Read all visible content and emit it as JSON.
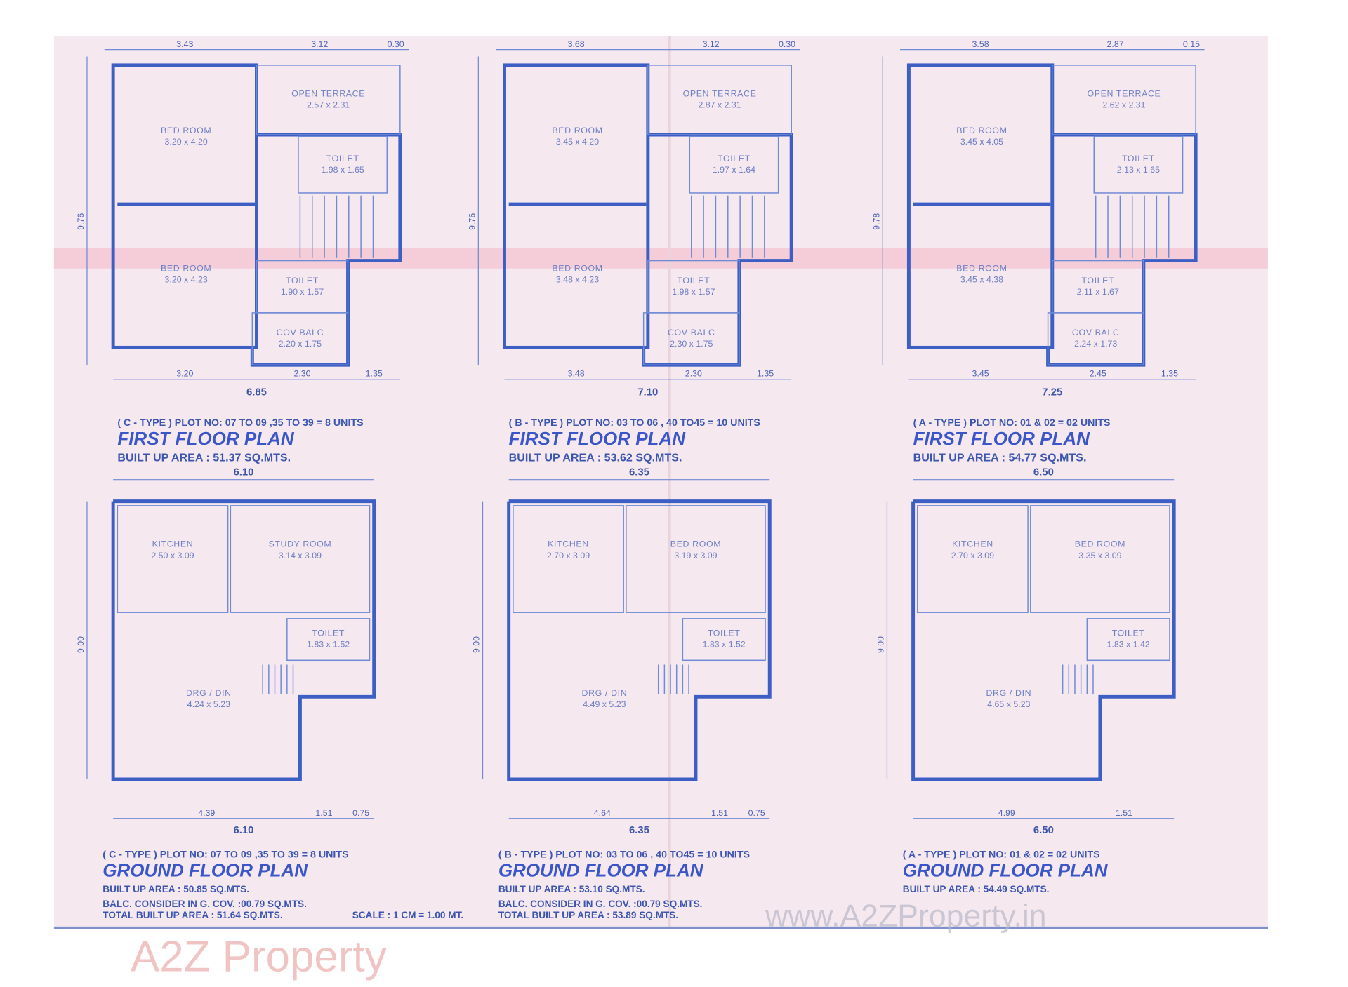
{
  "colors": {
    "paper": "#f6e8ef",
    "ink": "#3d5fc4",
    "band": "#f3b6c4"
  },
  "watermark": {
    "logo": "A2Z Property",
    "url": "www.A2ZProperty.in"
  },
  "scale_note": "SCALE : 1 CM = 1.00 MT.",
  "first_floor": [
    {
      "caption": "( C - TYPE ) PLOT NO: 07 TO 09 ,35 TO 39 = 8 UNITS",
      "title": "FIRST FLOOR PLAN",
      "area": "BUILT UP AREA  :  51.37 SQ.MTS.",
      "rooms": [
        {
          "name": "BED ROOM",
          "dim": "3.20 x 4.20"
        },
        {
          "name": "OPEN TERRACE",
          "dim": "2.57 x 2.31"
        },
        {
          "name": "TOILET",
          "dim": "1.98 x 1.65"
        },
        {
          "name": "BED ROOM",
          "dim": "3.20 x 4.23"
        },
        {
          "name": "TOILET",
          "dim": "1.90 x 1.57"
        },
        {
          "name": "COV BALC",
          "dim": "2.20 x 1.75"
        }
      ],
      "bottom_dims": [
        "3.20",
        "2.30",
        "1.35"
      ],
      "total": "6.85",
      "top_dims": [
        "3.43",
        "3.12",
        "0.30"
      ],
      "side": "9.76"
    },
    {
      "caption": "( B - TYPE ) PLOT NO: 03 TO 06 , 40 TO45 = 10 UNITS",
      "title": "FIRST FLOOR PLAN",
      "area": "BUILT UP AREA  :  53.62 SQ.MTS.",
      "rooms": [
        {
          "name": "BED ROOM",
          "dim": "3.45 x 4.20"
        },
        {
          "name": "OPEN TERRACE",
          "dim": "2.87 x 2.31"
        },
        {
          "name": "TOILET",
          "dim": "1.97 x 1.64"
        },
        {
          "name": "BED ROOM",
          "dim": "3.48 x 4.23"
        },
        {
          "name": "TOILET",
          "dim": "1.98 x 1.57"
        },
        {
          "name": "COV BALC",
          "dim": "2.30 x 1.75"
        }
      ],
      "bottom_dims": [
        "3.48",
        "2.30",
        "1.35"
      ],
      "total": "7.10",
      "top_dims": [
        "3.68",
        "3.12",
        "0.30"
      ],
      "side": "9.76"
    },
    {
      "caption": "( A - TYPE ) PLOT NO: 01 & 02 = 02 UNITS",
      "title": "FIRST FLOOR PLAN",
      "area": "BUILT UP AREA  :  54.77 SQ.MTS.",
      "rooms": [
        {
          "name": "BED ROOM",
          "dim": "3.45 x 4.05"
        },
        {
          "name": "OPEN TERRACE",
          "dim": "2.62 x 2.31"
        },
        {
          "name": "TOILET",
          "dim": "2.13 x 1.65"
        },
        {
          "name": "BED ROOM",
          "dim": "3.45 x 4.38"
        },
        {
          "name": "TOILET",
          "dim": "2.11 x 1.67"
        },
        {
          "name": "COV BALC",
          "dim": "2.24 x 1.73"
        }
      ],
      "bottom_dims": [
        "3.45",
        "2.45",
        "1.35"
      ],
      "total": "7.25",
      "top_dims": [
        "3.58",
        "2.87",
        "0.15"
      ],
      "side": "9.78"
    }
  ],
  "ground_floor": [
    {
      "caption": "( C - TYPE ) PLOT NO: 07 TO 09 ,35 TO 39 = 8 UNITS",
      "title": "GROUND FLOOR PLAN",
      "area": "BUILT UP AREA   :  50.85 SQ.MTS.",
      "balc": "BALC. CONSIDER IN G. COV.  :00.79 SQ.MTS.",
      "total_area": "TOTAL BUILT UP AREA  :  51.64 SQ.MTS.",
      "rooms": [
        {
          "name": "KITCHEN",
          "dim": "2.50 x 3.09"
        },
        {
          "name": "STUDY ROOM",
          "dim": "3.14 x 3.09"
        },
        {
          "name": "TOILET",
          "dim": "1.83 x 1.52"
        },
        {
          "name": "DRG / DIN",
          "dim": "4.24 x 5.23"
        }
      ],
      "top_total": "6.10",
      "bottom_dims": [
        "4.39",
        "1.51",
        "0.75"
      ],
      "total": "6.10",
      "side": "9.00"
    },
    {
      "caption": "( B - TYPE ) PLOT NO: 03 TO 06 , 40 TO45 = 10 UNITS",
      "title": "GROUND FLOOR PLAN",
      "area": "BUILT UP AREA   :  53.10 SQ.MTS.",
      "balc": "BALC. CONSIDER IN G. COV.  :00.79 SQ.MTS.",
      "total_area": "TOTAL BUILT UP AREA  :  53.89 SQ.MTS.",
      "rooms": [
        {
          "name": "KITCHEN",
          "dim": "2.70 x 3.09"
        },
        {
          "name": "BED ROOM",
          "dim": "3.19 x 3.09"
        },
        {
          "name": "TOILET",
          "dim": "1.83 x 1.52"
        },
        {
          "name": "DRG / DIN",
          "dim": "4.49 x 5.23"
        }
      ],
      "top_total": "6.35",
      "bottom_dims": [
        "4.64",
        "1.51",
        "0.75"
      ],
      "total": "6.35",
      "side": "9.00"
    },
    {
      "caption": "( A - TYPE ) PLOT NO: 01 & 02 = 02 UNITS",
      "title": "GROUND FLOOR PLAN",
      "area": "BUILT UP AREA   :  54.49 SQ.MTS.",
      "rooms": [
        {
          "name": "KITCHEN",
          "dim": "2.70 x 3.09"
        },
        {
          "name": "BED ROOM",
          "dim": "3.35 x 3.09"
        },
        {
          "name": "TOILET",
          "dim": "1.83 x 1.42"
        },
        {
          "name": "DRG / DIN",
          "dim": "4.65 x 5.23"
        }
      ],
      "top_total": "6.50",
      "bottom_dims": [
        "4.99",
        "1.51"
      ],
      "total": "6.50",
      "side": "9.00"
    }
  ]
}
